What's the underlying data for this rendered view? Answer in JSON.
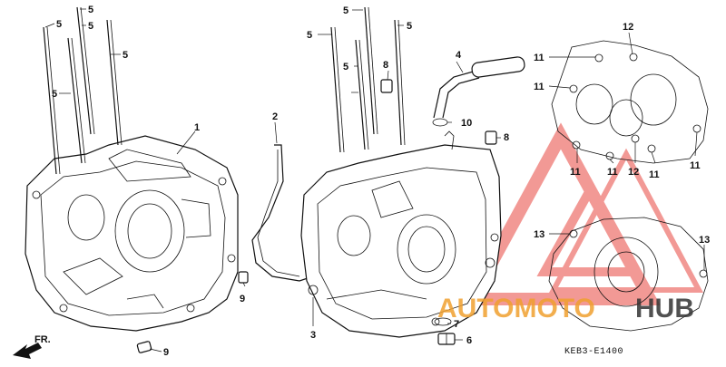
{
  "diagram": {
    "code": "KEB3-E1400",
    "direction_label": "FR.",
    "callouts": {
      "c1": "1",
      "c2": "2",
      "c3": "3",
      "c4": "4",
      "c5a": "5",
      "c5b": "5",
      "c5c": "5",
      "c5d": "5",
      "c5e": "5",
      "c5f": "5",
      "c5g": "5",
      "c5h": "5",
      "c5i": "5",
      "c6": "6",
      "c7": "7",
      "c8a": "8",
      "c8b": "8",
      "c9a": "9",
      "c9b": "9",
      "c10": "10",
      "c11a": "11",
      "c11b": "11",
      "c11c": "11",
      "c11d": "11",
      "c11e": "11",
      "c11f": "11",
      "c12a": "12",
      "c12b": "12",
      "c13a": "13",
      "c13b": "13"
    }
  },
  "watermark": {
    "text_left": "AUTOMOTO",
    "text_right": "HUB",
    "color_primary": "#e8463f",
    "color_secondary": "#f0a030",
    "color_dark": "#333333"
  }
}
